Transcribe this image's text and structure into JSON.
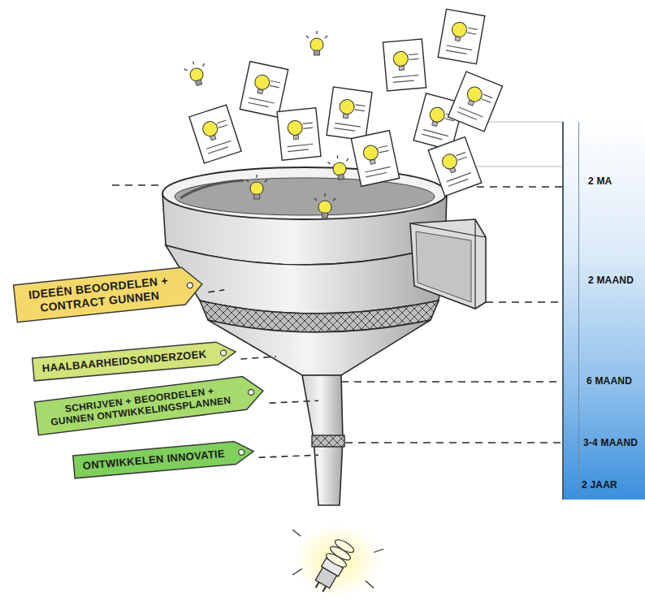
{
  "diagram": {
    "nodes": [
      {
        "text": [
          "IDEEËN BEOORDELEN + CONTRACT GUNNEN"
        ]
      },
      {
        "text": [
          "HAALBAARHEIDSONDERZOEK"
        ]
      },
      {
        "text": [
          "SCHRIJVEN + BEOORDELEN + GUNNEN ONTWIKKELINGSPLANNEN"
        ]
      },
      {
        "text": [
          "ONTWIKKELEN INNOVATIE"
        ]
      },
      {
        "text": [
          "2 MA",
          "2 MAAND",
          "6 MAAND",
          "3-4 MAAND",
          "2 JAAR"
        ]
      }
    ]
  }
}
